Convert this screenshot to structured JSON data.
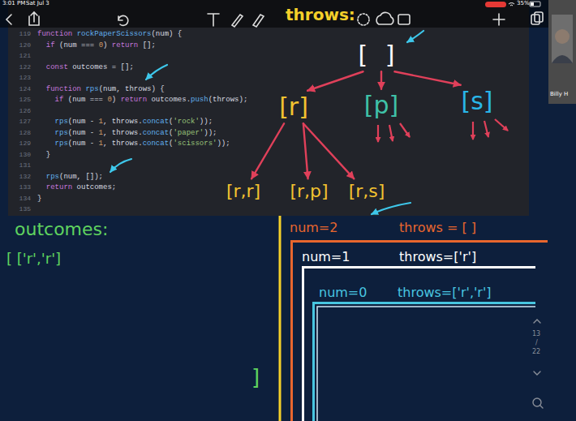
{
  "diagram": {
    "nodes": [
      {
        "text": [
          "[ ]"
        ]
      },
      {
        "text": [
          "[r]"
        ]
      },
      {
        "text": [
          "[p]"
        ]
      },
      {
        "text": [
          "[s]"
        ]
      },
      {
        "text": [
          "[r,r]"
        ]
      },
      {
        "text": [
          "[r,p]"
        ]
      },
      {
        "text": [
          "[r,s]"
        ]
      },
      {
        "text": [
          "num=2",
          "throws = [ ]"
        ]
      },
      {
        "text": [
          "num=1",
          "throws=['r']"
        ],
        "in": 7
      },
      {
        "text": [
          "num=0",
          "throws=['r','r']"
        ],
        "in": 8
      }
    ],
    "edges": [
      {
        "from": 0,
        "to": 1,
        "arrow": "to"
      },
      {
        "from": 0,
        "to": 2,
        "arrow": "to"
      },
      {
        "from": 0,
        "to": 3,
        "arrow": "to"
      },
      {
        "from": 1,
        "to": 4,
        "arrow": "to"
      },
      {
        "from": 1,
        "to": 5,
        "arrow": "to"
      },
      {
        "from": 1,
        "to": 6,
        "arrow": "to"
      }
    ],
    "labels": [
      "3:01 PM",
      "Sat Jul 3",
      "35%",
      "Billy H",
      "throws:",
      "119",
      "120",
      "121",
      "122",
      "123",
      "124",
      "125",
      "126",
      "127",
      "128",
      "129",
      "130",
      "131",
      "132",
      "133",
      "134",
      "135",
      "function rockPaperScissors(num) {",
      "if (num === 0) return [];",
      "const outcomes = [];",
      "function rps(num, throws) {",
      "if (num === 0) return outcomes.push(throws);",
      "rps(num - 1, throws.concat('rock'));",
      "rps(num - 1, throws.concat('paper'));",
      "rps(num - 1, throws.concat('scissors'));",
      "}",
      "rps(num, []);",
      "return outcomes;",
      "}",
      "outcomes:",
      "[ ['r','r']",
      "]",
      "13",
      "/",
      "22"
    ]
  }
}
